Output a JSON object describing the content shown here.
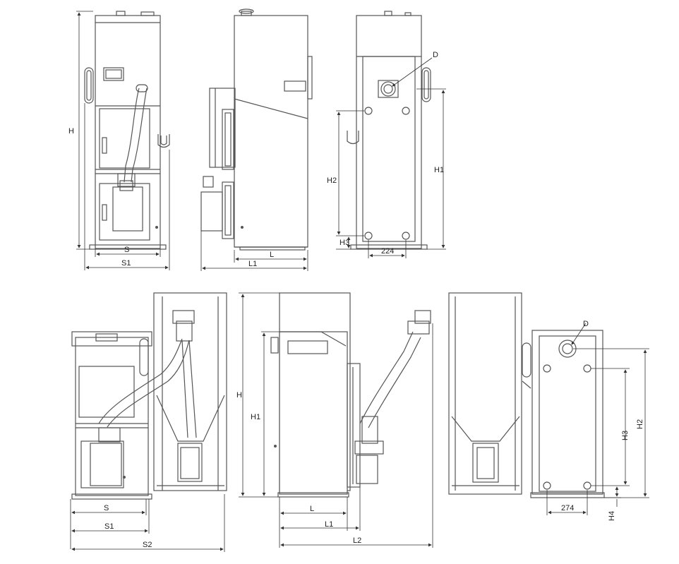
{
  "labels": {
    "H": "H",
    "S": "S",
    "S1": "S1",
    "S2": "S2",
    "L": "L",
    "L1": "L1",
    "L2": "L2",
    "D": "D",
    "H1": "H1",
    "H2": "H2",
    "H3": "H3",
    "H4": "H4",
    "dim224": "224",
    "dim274": "274"
  }
}
